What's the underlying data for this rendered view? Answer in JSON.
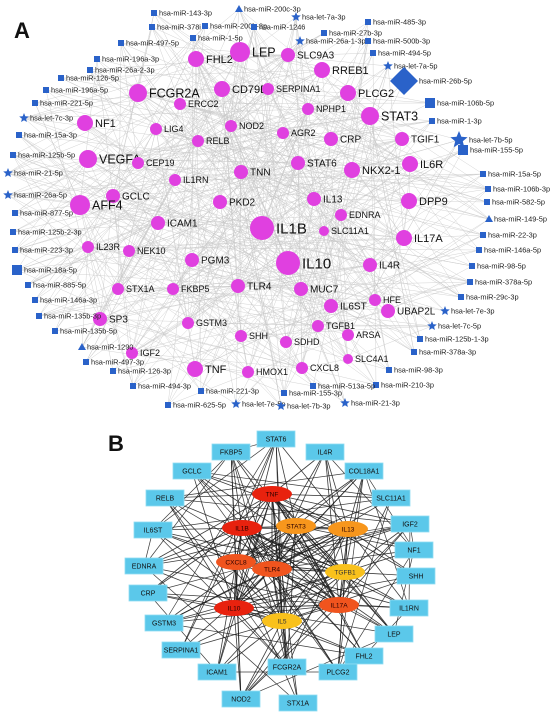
{
  "panel_a": {
    "letter": "A",
    "colors": {
      "gene": "#e040e0",
      "mirna": "#2a62c9",
      "edge": "#c8c8c8"
    },
    "genes": [
      "FHL2",
      "LEP",
      "SLC9A3",
      "RREB1",
      "FCGR2A",
      "CD79B",
      "SERPINA1",
      "PLCG2",
      "STAT3",
      "ERCC2",
      "NPHP1",
      "NF1",
      "LIG4",
      "NOD2",
      "AGR2",
      "CRP",
      "TGIF1",
      "RELB",
      "IL6R",
      "VEGFA",
      "CEP19",
      "IL1RN",
      "TNN",
      "STAT6",
      "NKX2-1",
      "GCLC",
      "AFF4",
      "PKD2",
      "IL13",
      "DPP9",
      "ICAM1",
      "EDNRA",
      "IL1B",
      "SLC11A1",
      "IL17A",
      "IL23R",
      "NEK10",
      "IL10",
      "IL4R",
      "PGM3",
      "TLR4",
      "MUC7",
      "HFE",
      "STX1A",
      "FKBP5",
      "SP3",
      "IL6ST",
      "UBAP2L",
      "GSTM3",
      "TGFB1",
      "SHH",
      "SDHD",
      "ARSA",
      "IGF2",
      "TNF",
      "HMOX1",
      "CXCL8",
      "SLC4A1"
    ],
    "mirnas": [
      "hsa-miR-143-3p",
      "hsa-miR-200c-3p",
      "hsa-let-7a-3p",
      "hsa-miR-485-3p",
      "hsa-miR-378i",
      "hsa-miR-200b-3p",
      "hsa-miR-1246",
      "hsa-miR-27b-3p",
      "hsa-miR-1-5p",
      "hsa-miR-26a-1-3p",
      "hsa-miR-500b-3p",
      "hsa-miR-497-5p",
      "hsa-miR-494-5p",
      "hsa-miR-196a-3p",
      "hsa-let-7a-5p",
      "hsa-miR-26a-2-3p",
      "hsa-miR-26b-5p",
      "hsa-miR-126-5p",
      "hsa-miR-196a-5p",
      "hsa-miR-106b-5p",
      "hsa-miR-221-5p",
      "hsa-miR-1-3p",
      "hsa-let-7c-3p",
      "hsa-let-7b-5p",
      "hsa-miR-15a-3p",
      "hsa-miR-155-5p",
      "hsa-miR-125b-5p",
      "hsa-miR-15a-5p",
      "hsa-miR-21-5p",
      "hsa-miR-106b-3p",
      "hsa-miR-26a-5p",
      "hsa-miR-582-5p",
      "hsa-miR-877-5p",
      "hsa-miR-149-5p",
      "hsa-miR-125b-2-3p",
      "hsa-miR-22-3p",
      "hsa-miR-223-3p",
      "hsa-miR-146a-5p",
      "hsa-miR-18a-5p",
      "hsa-miR-98-5p",
      "hsa-miR-885-5p",
      "hsa-miR-378a-5p",
      "hsa-miR-146a-3p",
      "hsa-miR-29c-3p",
      "hsa-miR-135b-3p",
      "hsa-let-7e-3p",
      "hsa-miR-135b-5p",
      "hsa-let-7c-5p",
      "hsa-miR-1290",
      "hsa-miR-125b-1-3p",
      "hsa-miR-497-3p",
      "hsa-miR-378a-3p",
      "hsa-miR-126-3p",
      "hsa-miR-98-3p",
      "hsa-miR-494-3p",
      "hsa-miR-210-3p",
      "hsa-miR-221-3p",
      "hsa-miR-155-3p",
      "hsa-miR-513a-5p",
      "hsa-miR-625-5p",
      "hsa-let-7e-5p",
      "hsa-let-7b-3p",
      "hsa-miR-21-3p"
    ]
  },
  "panel_b": {
    "letter": "B",
    "colors": {
      "outer": "#5bc8ea",
      "edge": "#1a1a1a",
      "red": "#e8220e",
      "orange_red": "#f0541e",
      "orange": "#f7961c",
      "yellow": "#f9c11c"
    },
    "outer_nodes": [
      "STAT6",
      "FKBP5",
      "IL4R",
      "GCLC",
      "COL18A1",
      "RELB",
      "SLC11A1",
      "IL6ST",
      "IGF2",
      "NF1",
      "EDNRA",
      "SHH",
      "CRP",
      "IL1RN",
      "GSTM3",
      "LEP",
      "SERPINA1",
      "FHL2",
      "ICAM1",
      "FCGR2A",
      "PLCG2",
      "NOD2",
      "STX1A"
    ],
    "hub_nodes": [
      {
        "label": "TNF",
        "level": "red"
      },
      {
        "label": "IL1B",
        "level": "red"
      },
      {
        "label": "STAT3",
        "level": "orange"
      },
      {
        "label": "IL13",
        "level": "orange"
      },
      {
        "label": "CXCL8",
        "level": "orange_red"
      },
      {
        "label": "TLR4",
        "level": "orange_red"
      },
      {
        "label": "TGFB1",
        "level": "yellow"
      },
      {
        "label": "IL10",
        "level": "red"
      },
      {
        "label": "IL17A",
        "level": "orange_red"
      },
      {
        "label": "IL5",
        "level": "yellow"
      }
    ]
  }
}
